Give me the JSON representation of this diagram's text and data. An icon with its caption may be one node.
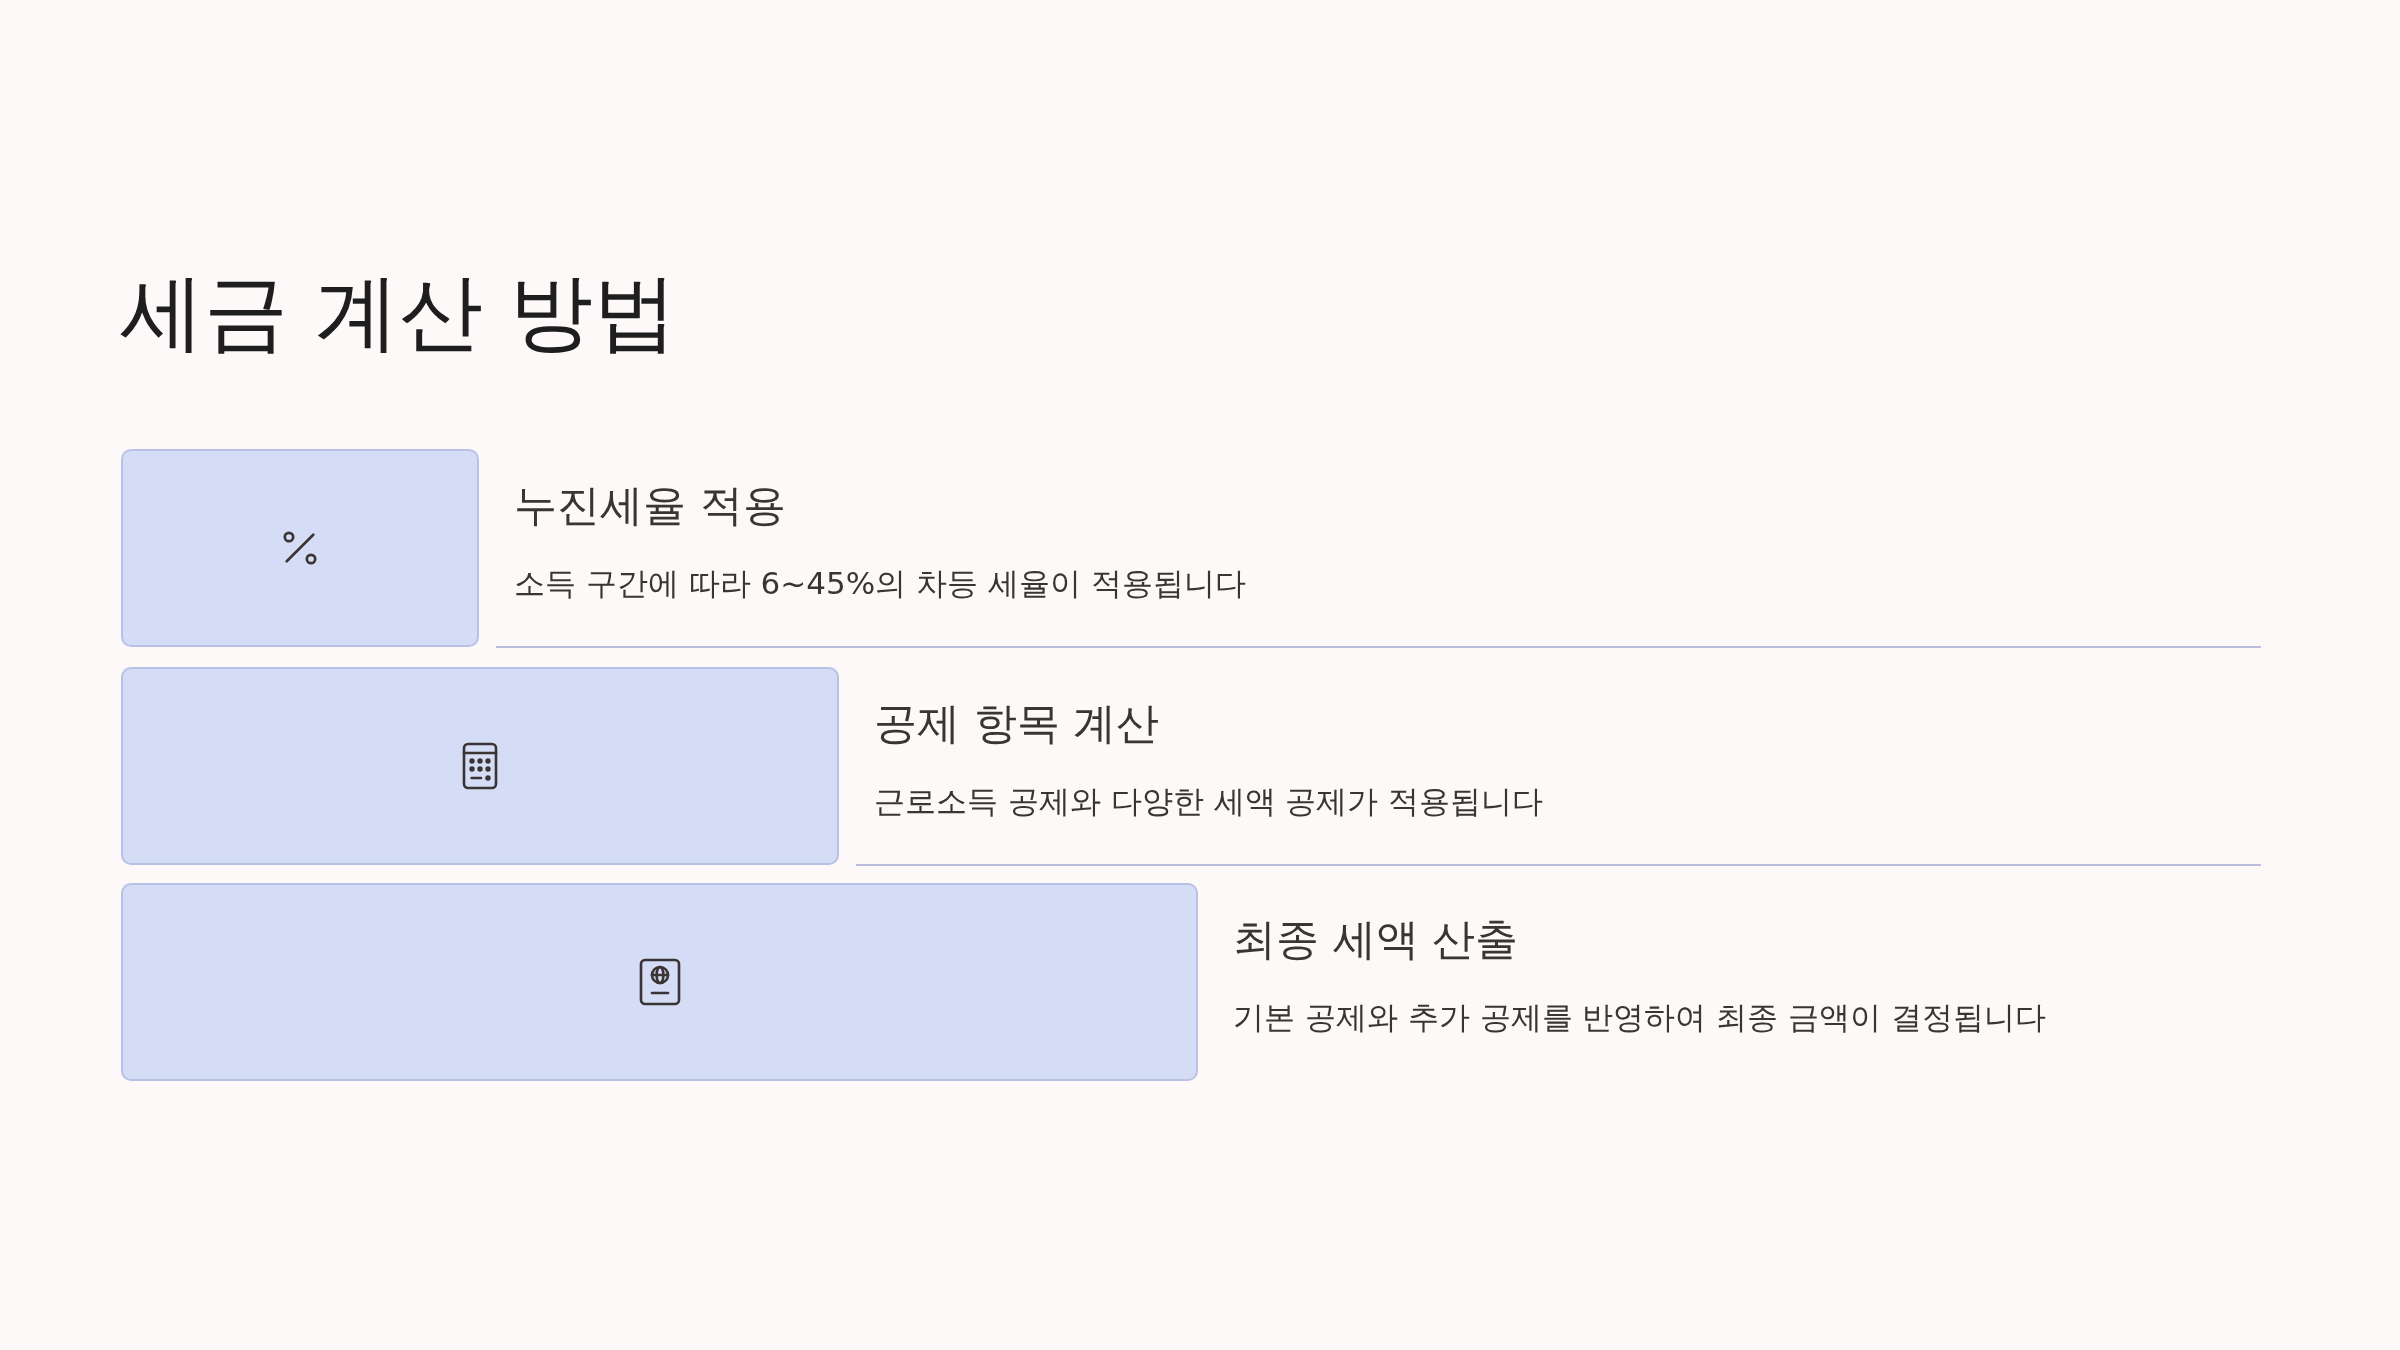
{
  "diagram": {
    "title": "세금 계산 방법",
    "nodes": [
      {
        "text": [],
        "shape": "box",
        "beside": [
          "누진세율 적용",
          "소득 구간에 따라 6~45%의 차등 세율이 적용됩니다"
        ]
      },
      {
        "text": [],
        "shape": "box",
        "beside": [
          "공제 항목 계산",
          "근로소득 공제와 다양한 세액 공제가 적용됩니다"
        ]
      },
      {
        "text": [],
        "shape": "box",
        "beside": [
          "최종 세액 산출",
          "기본 공제와 추가 공제를 반영하여 최종 금액이 결정됩니다"
        ]
      }
    ]
  }
}
